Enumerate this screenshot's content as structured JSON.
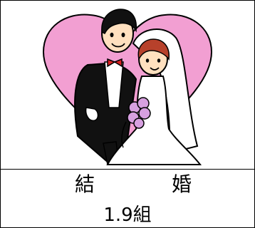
{
  "title_char_1": "結",
  "title_char_2": "婚",
  "value_text": "1.9組",
  "colors": {
    "heart": "#f29fd2",
    "dress": "#ffffff",
    "tuxedo": "#111111",
    "skin": "#ffe0bf",
    "bride_hair": "#b7412b",
    "bouquet": "#d7a0e0"
  },
  "icon": "wedding-couple-illustration"
}
